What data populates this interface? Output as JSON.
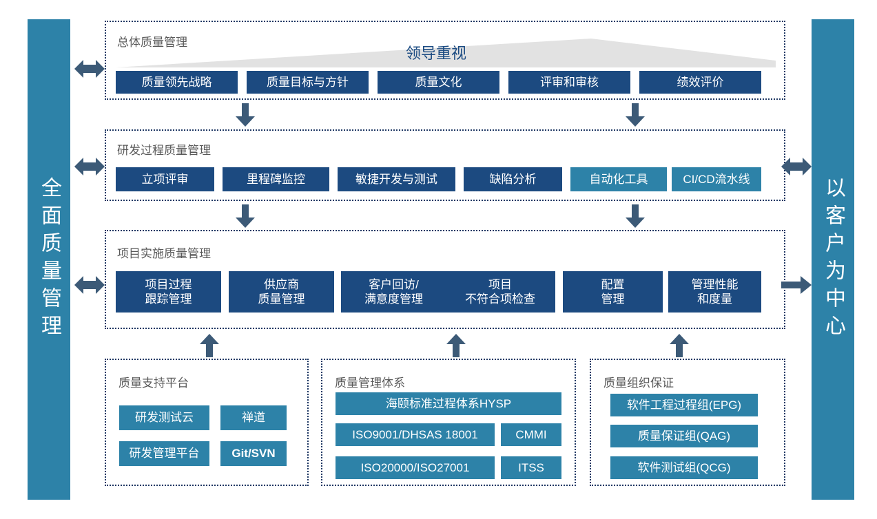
{
  "colors": {
    "dark_blue": "#1b4b82",
    "teal": "#2d82a8",
    "arrow": "#3c5a77",
    "panel_border": "#1f3864",
    "title_gray": "#595959",
    "band_gray": "#e2e2e2"
  },
  "side_bars": {
    "left": {
      "label": "全面质量管理",
      "name": "total-quality-management-bar"
    },
    "right": {
      "label": "以客户为中心",
      "name": "customer-centric-bar"
    }
  },
  "sections": {
    "overall": {
      "title": "总体质量管理",
      "band_label": "领导重视",
      "items": [
        "质量领先战略",
        "质量目标与方针",
        "质量文化",
        "评审和审核",
        "绩效评价"
      ]
    },
    "rd_process": {
      "title": "研发过程质量管理",
      "items": [
        {
          "label": "立项评审",
          "style": "dark"
        },
        {
          "label": "里程碑监控",
          "style": "dark"
        },
        {
          "label": "敏捷开发与测试",
          "style": "dark"
        },
        {
          "label": "缺陷分析",
          "style": "dark"
        },
        {
          "label": "自动化工具",
          "style": "teal"
        },
        {
          "label": "CI/CD流水线",
          "style": "teal"
        }
      ]
    },
    "project_impl": {
      "title": "项目实施质量管理",
      "items": [
        "项目过程\n跟踪管理",
        "供应商\n质量管理",
        "客户回访/\n满意度管理",
        "项目\n不符合项检查",
        "配置\n管理",
        "管理性能\n和度量"
      ]
    },
    "support_platform": {
      "title": "质量支持平台",
      "items": [
        {
          "label": "研发测试云",
          "bold": false
        },
        {
          "label": "禅道",
          "bold": false
        },
        {
          "label": "研发管理平台",
          "bold": false
        },
        {
          "label": "Git/SVN",
          "bold": true
        }
      ]
    },
    "management_system": {
      "title": "质量管理体系",
      "items": [
        "海颐标准过程体系HYSP",
        "ISO9001/DHSAS 18001",
        "CMMI",
        "ISO20000/ISO27001",
        "ITSS"
      ]
    },
    "org_guarantee": {
      "title": "质量组织保证",
      "items": [
        "软件工程过程组(EPG)",
        "质量保证组(QAG)",
        "软件测试组(QCG)"
      ]
    }
  }
}
